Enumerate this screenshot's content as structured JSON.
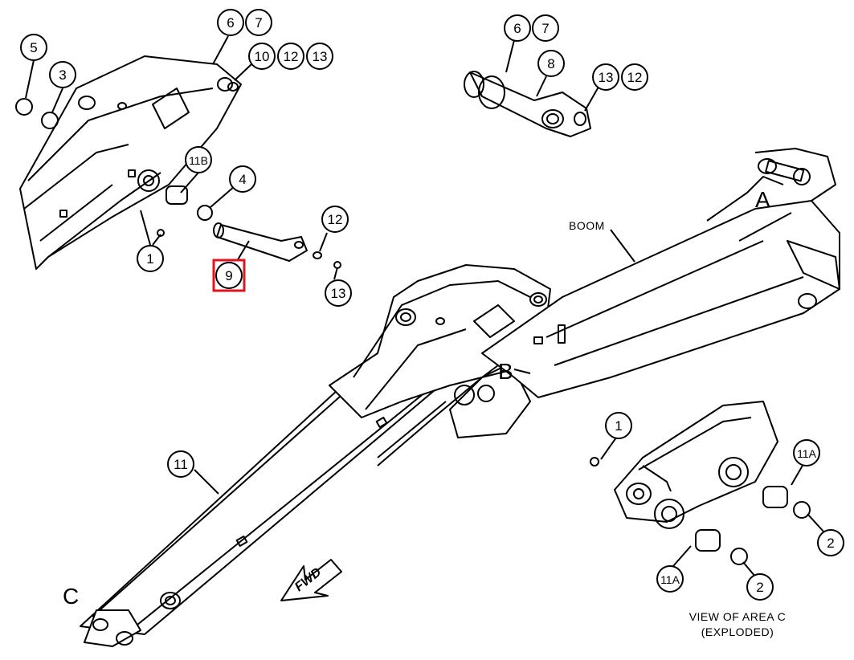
{
  "callouts": [
    {
      "label": "6"
    },
    {
      "label": "7"
    },
    {
      "label": "5"
    },
    {
      "label": "3"
    },
    {
      "label": "10"
    },
    {
      "label": "12"
    },
    {
      "label": "13"
    },
    {
      "label": "11B"
    },
    {
      "label": "4"
    },
    {
      "label": "12"
    },
    {
      "label": "1"
    },
    {
      "label": "9"
    },
    {
      "label": "13"
    },
    {
      "label": "6"
    },
    {
      "label": "7"
    },
    {
      "label": "8"
    },
    {
      "label": "13"
    },
    {
      "label": "12"
    },
    {
      "label": "11"
    },
    {
      "label": "1"
    },
    {
      "label": "11A"
    },
    {
      "label": "2"
    },
    {
      "label": "11A"
    },
    {
      "label": "2"
    }
  ],
  "highlight_color": "#e0141e",
  "labels": {
    "boom": "BOOM",
    "area_a": "A",
    "area_b": "B",
    "area_c": "C",
    "view_line1": "VIEW OF AREA C",
    "view_line2": "(EXPLODED)",
    "fwd": "FWD"
  }
}
